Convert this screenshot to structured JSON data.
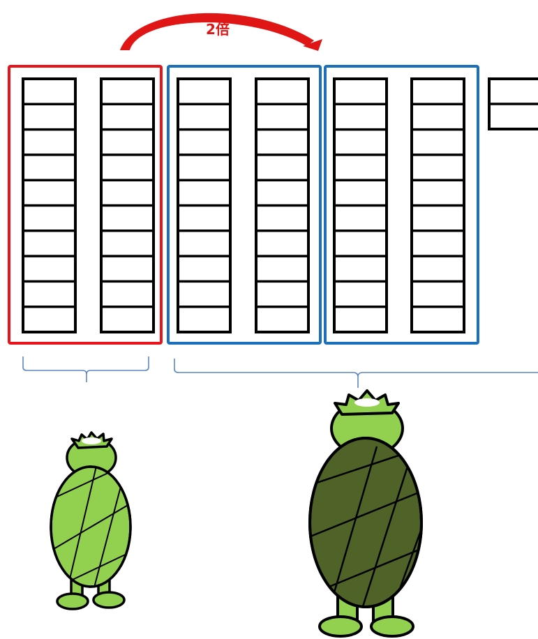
{
  "multiplier_label": "2倍",
  "colors": {
    "base_group": "#e8131b",
    "doubled_group": "#1b6fbb",
    "arrow": "#e01515",
    "label": "#e01515",
    "brace": "#5b86c5",
    "grid_line": "#000000",
    "kappa_skin": "#92d050",
    "small_shell": "#92d050",
    "large_shell": "#4f6228"
  },
  "icons": {
    "arrow": "curved-arrow-icon",
    "small_figure": "small-kappa-figure",
    "large_figure": "large-kappa-figure"
  },
  "groups": [
    {
      "name": "red-group",
      "color_key": "base_group",
      "columns": 2,
      "rows_per_column": 10
    },
    {
      "name": "blue-group-1",
      "color_key": "doubled_group",
      "columns": 2,
      "rows_per_column": 10
    },
    {
      "name": "blue-group-2",
      "color_key": "doubled_group",
      "columns": 2,
      "rows_per_column": 10
    }
  ],
  "extra_partial_column_rows": 2
}
